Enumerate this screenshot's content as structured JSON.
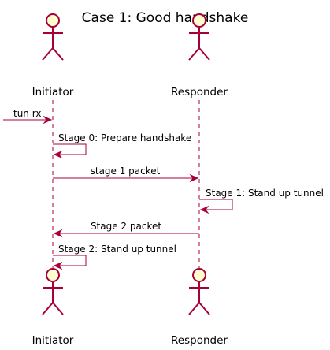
{
  "title": "Case 1: Good handshake",
  "participants": [
    {
      "id": "initiator",
      "label": "Initiator"
    },
    {
      "id": "responder",
      "label": "Responder"
    }
  ],
  "messages": [
    {
      "id": "tun-rx",
      "from": "outside",
      "to": "initiator",
      "label": "tun rx"
    },
    {
      "id": "stage0",
      "from": "initiator",
      "to": "initiator",
      "label": "Stage 0: Prepare handshake"
    },
    {
      "id": "stage1-packet",
      "from": "initiator",
      "to": "responder",
      "label": "stage 1 packet"
    },
    {
      "id": "stage1",
      "from": "responder",
      "to": "responder",
      "label": "Stage 1: Stand up tunnel"
    },
    {
      "id": "stage2-packet",
      "from": "responder",
      "to": "initiator",
      "label": "Stage 2 packet"
    },
    {
      "id": "stage2",
      "from": "initiator",
      "to": "initiator",
      "label": "Stage 2: Stand up tunnel"
    }
  ],
  "colors": {
    "accent": "#A80036",
    "actor_fill": "#FEFECE",
    "text": "#000000"
  }
}
